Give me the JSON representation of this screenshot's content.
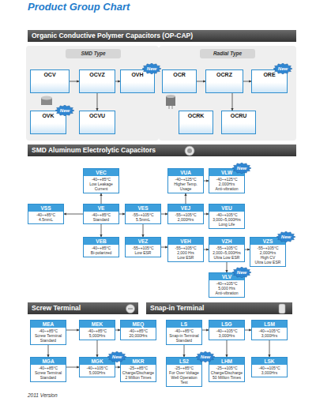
{
  "diagram": {
    "title": "Product Group Chart",
    "nodes": [
      {
        "text": [
          "Organic Conductive Polymer Capacitors (OP-CAP)"
        ]
      },
      {
        "text": [
          "SMD Type"
        ]
      },
      {
        "text": [
          "Radial Type"
        ]
      },
      {
        "text": [
          "OCV"
        ]
      },
      {
        "text": [
          "OCVZ"
        ]
      },
      {
        "text": [
          "OVH"
        ]
      },
      {
        "text": [
          "OCR"
        ]
      },
      {
        "text": [
          "OCRZ"
        ]
      },
      {
        "text": [
          "ORE"
        ]
      },
      {
        "text": [
          "OVK"
        ]
      },
      {
        "text": [
          "OCVU"
        ]
      },
      {
        "text": [
          "OCRK"
        ]
      },
      {
        "text": [
          "OCRU"
        ]
      },
      {
        "text": [
          "SMD Aluminum Electrolytic Capacitors"
        ]
      },
      {
        "text": [
          "VEC",
          "-40~+85°C",
          "Low Leakage Current"
        ]
      },
      {
        "text": [
          "VUA",
          "-40~+125°C",
          "Higher Temp. Usage"
        ]
      },
      {
        "text": [
          "VLW",
          "-40~+125°C",
          "2,000Hrs",
          "Anti-vibration"
        ]
      },
      {
        "text": [
          "VSS",
          "-40~+85°C",
          "4.5mmL"
        ]
      },
      {
        "text": [
          "VE",
          "-40~+85°C",
          "Standard"
        ]
      },
      {
        "text": [
          "VES",
          "-55~+105°C",
          "5.5mmL"
        ]
      },
      {
        "text": [
          "VEJ",
          "-55~+105°C",
          "2,000Hrs"
        ]
      },
      {
        "text": [
          "VEU",
          "-40~+105°C",
          "3,000~5,000Hrs",
          "Long Life"
        ]
      },
      {
        "text": [
          "VEB",
          "-40~+85°C",
          "Bi-polarized"
        ]
      },
      {
        "text": [
          "VEZ",
          "-55~+105°C",
          "Low ESR"
        ]
      },
      {
        "text": [
          "VEH",
          "-55~+105°C",
          "2,000 Hrs",
          "Low ESR"
        ]
      },
      {
        "text": [
          "VZH",
          "-55~+105°C",
          "2,000~5,000Hrs",
          "Ultra Low ESR"
        ]
      },
      {
        "text": [
          "VZS",
          "-55~+105°C",
          "2,000Hrs",
          "High CV",
          "Ultra Low ESR"
        ]
      },
      {
        "text": [
          "VLV",
          "-40~+105°C",
          "5,000 Hrs",
          "Anti-vibration"
        ]
      },
      {
        "text": [
          "Screw Terminal"
        ]
      },
      {
        "text": [
          "Snap-in Terminal"
        ]
      },
      {
        "text": [
          "MEA",
          "-40~+85°C",
          "Screw Terminal Standard"
        ]
      },
      {
        "text": [
          "MEK",
          "-40~+85°C",
          "5,000Hrs"
        ]
      },
      {
        "text": [
          "MEQ",
          "-40~+85°C",
          "20,000Hrs"
        ]
      },
      {
        "text": [
          "LS",
          "-40~+85°C",
          "Snap-in Terminal Standard"
        ]
      },
      {
        "text": [
          "LSG",
          "-40~+105°C",
          "3,000Hrs"
        ]
      },
      {
        "text": [
          "LSM",
          "-40~+105°C",
          "3,000Hrs"
        ]
      },
      {
        "text": [
          "MGA",
          "-40~+85°C",
          "Screw Terminal Standard"
        ]
      },
      {
        "text": [
          "MGK",
          "-40~+105°C",
          "5,000Hrs"
        ]
      },
      {
        "text": [
          "MKR",
          "-25~+85°C",
          "Charge/Discharge",
          "2 Million Times"
        ]
      },
      {
        "text": [
          "LS2",
          "-25~+85°C",
          "For Over Voltage Well Operation Test"
        ]
      },
      {
        "text": [
          "LHM",
          "-25~+105°C",
          "Charge/Discharge",
          "50 Million Times"
        ]
      },
      {
        "text": [
          "LSK",
          "-40~+105°C",
          "3,000Hrs"
        ]
      },
      {
        "text": [
          "New"
        ]
      },
      {
        "text": [
          "New"
        ]
      },
      {
        "text": [
          "New"
        ]
      },
      {
        "text": [
          "New"
        ]
      },
      {
        "text": [
          "New"
        ]
      },
      {
        "text": [
          "New"
        ]
      },
      {
        "text": [
          "New"
        ]
      },
      {
        "text": [
          "New"
        ]
      }
    ],
    "edges": [
      {
        "from": 3,
        "to": 4,
        "arrow": "to"
      },
      {
        "from": 4,
        "to": 5,
        "arrow": "to"
      },
      {
        "from": 6,
        "to": 7,
        "arrow": "to"
      },
      {
        "from": 7,
        "to": 8,
        "arrow": "to"
      },
      {
        "from": 4,
        "to": 10,
        "arrow": "to"
      },
      {
        "from": 7,
        "to": 12,
        "arrow": "to"
      },
      {
        "from": 18,
        "to": 14,
        "arrow": "to"
      },
      {
        "from": 18,
        "to": 17,
        "arrow": "to"
      },
      {
        "from": 18,
        "to": 19,
        "arrow": "to"
      },
      {
        "from": 18,
        "to": 22,
        "arrow": "to"
      },
      {
        "from": 19,
        "to": 20,
        "arrow": "to"
      },
      {
        "from": 20,
        "to": 21,
        "arrow": "to"
      },
      {
        "from": 20,
        "to": 15,
        "arrow": "to"
      },
      {
        "from": 15,
        "to": 16,
        "arrow": "to"
      },
      {
        "from": 19,
        "to": 23,
        "arrow": "to"
      },
      {
        "from": 23,
        "to": 24,
        "arrow": "to"
      },
      {
        "from": 24,
        "to": 25,
        "arrow": "to"
      },
      {
        "from": 25,
        "to": 26,
        "arrow": "to"
      },
      {
        "from": 25,
        "to": 27,
        "arrow": "to"
      },
      {
        "from": 30,
        "to": 31,
        "arrow": "to"
      },
      {
        "from": 31,
        "to": 32,
        "arrow": "to"
      },
      {
        "from": 30,
        "to": 36,
        "arrow": "to"
      },
      {
        "from": 31,
        "to": 37,
        "arrow": "to"
      },
      {
        "from": 36,
        "to": 37,
        "arrow": "to"
      },
      {
        "from": 37,
        "to": 38,
        "arrow": "to"
      },
      {
        "from": 33,
        "to": 34,
        "arrow": "to"
      },
      {
        "from": 34,
        "to": 35,
        "arrow": "to"
      },
      {
        "from": 33,
        "to": 39,
        "arrow": "to"
      },
      {
        "from": 34,
        "to": 40,
        "arrow": "to"
      },
      {
        "from": 35,
        "to": 41,
        "arrow": "to"
      }
    ],
    "labels": [
      "2011 Version"
    ]
  }
}
